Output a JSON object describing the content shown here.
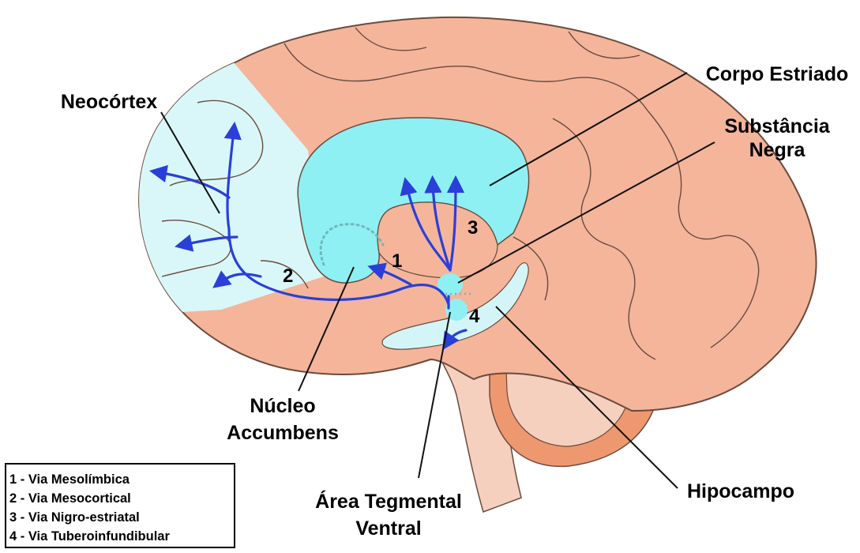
{
  "labels": {
    "neocortex": "Neocórtex",
    "corpo_estriado": "Corpo Estriado",
    "substancia_negra_line1": "Substância",
    "substancia_negra_line2": "Negra",
    "nucleo_line1": "Núcleo",
    "nucleo_line2": "Accumbens",
    "area_line1": "Área Tegmental",
    "area_line2": "Ventral",
    "hipocampo": "Hipocampo"
  },
  "pathway_numbers": [
    "1",
    "2",
    "3",
    "4"
  ],
  "legend": [
    "1 - Via Mesolímbica",
    "2 - Via Mesocortical",
    "3 - Via Nigro-estriatal",
    "4 - Via Tuberoinfundibular"
  ],
  "colors": {
    "brain": "#f4b59b",
    "cortex_region": "#d9f7f8",
    "striatum": "#8ef0f3",
    "hippocampus": "#d4f5f7",
    "brainstem": "#f6d0bf",
    "cerebellum": "#ee9870",
    "pathway": "#2a3fd8",
    "outline": "#6b4a3c"
  }
}
